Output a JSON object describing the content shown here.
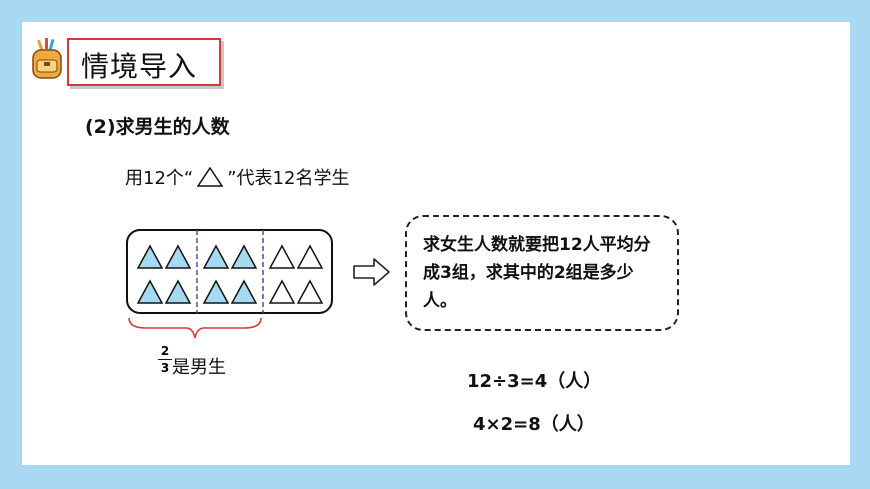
{
  "header": {
    "title": "情境导入"
  },
  "content": {
    "subtitle": "(2)求男生的人数",
    "instruction_prefix": "用12个“",
    "instruction_suffix": "”代表12名学生",
    "explanation": "求女生人数就要把12人平均分成3组，求其中的2组是多少人。",
    "fraction": {
      "numerator": "2",
      "denominator": "3",
      "label": "是男生"
    },
    "equation_1": "12÷3=4（人）",
    "equation_2": "4×2=8（人）"
  },
  "colors": {
    "background": "#a9d8f5",
    "title_border": "#d43a3a",
    "filled_triangle": "#a6daf0",
    "divider": "#6a3d9a",
    "brace": "#d43a3a"
  },
  "triangles": {
    "total": 12,
    "filled": 8
  }
}
